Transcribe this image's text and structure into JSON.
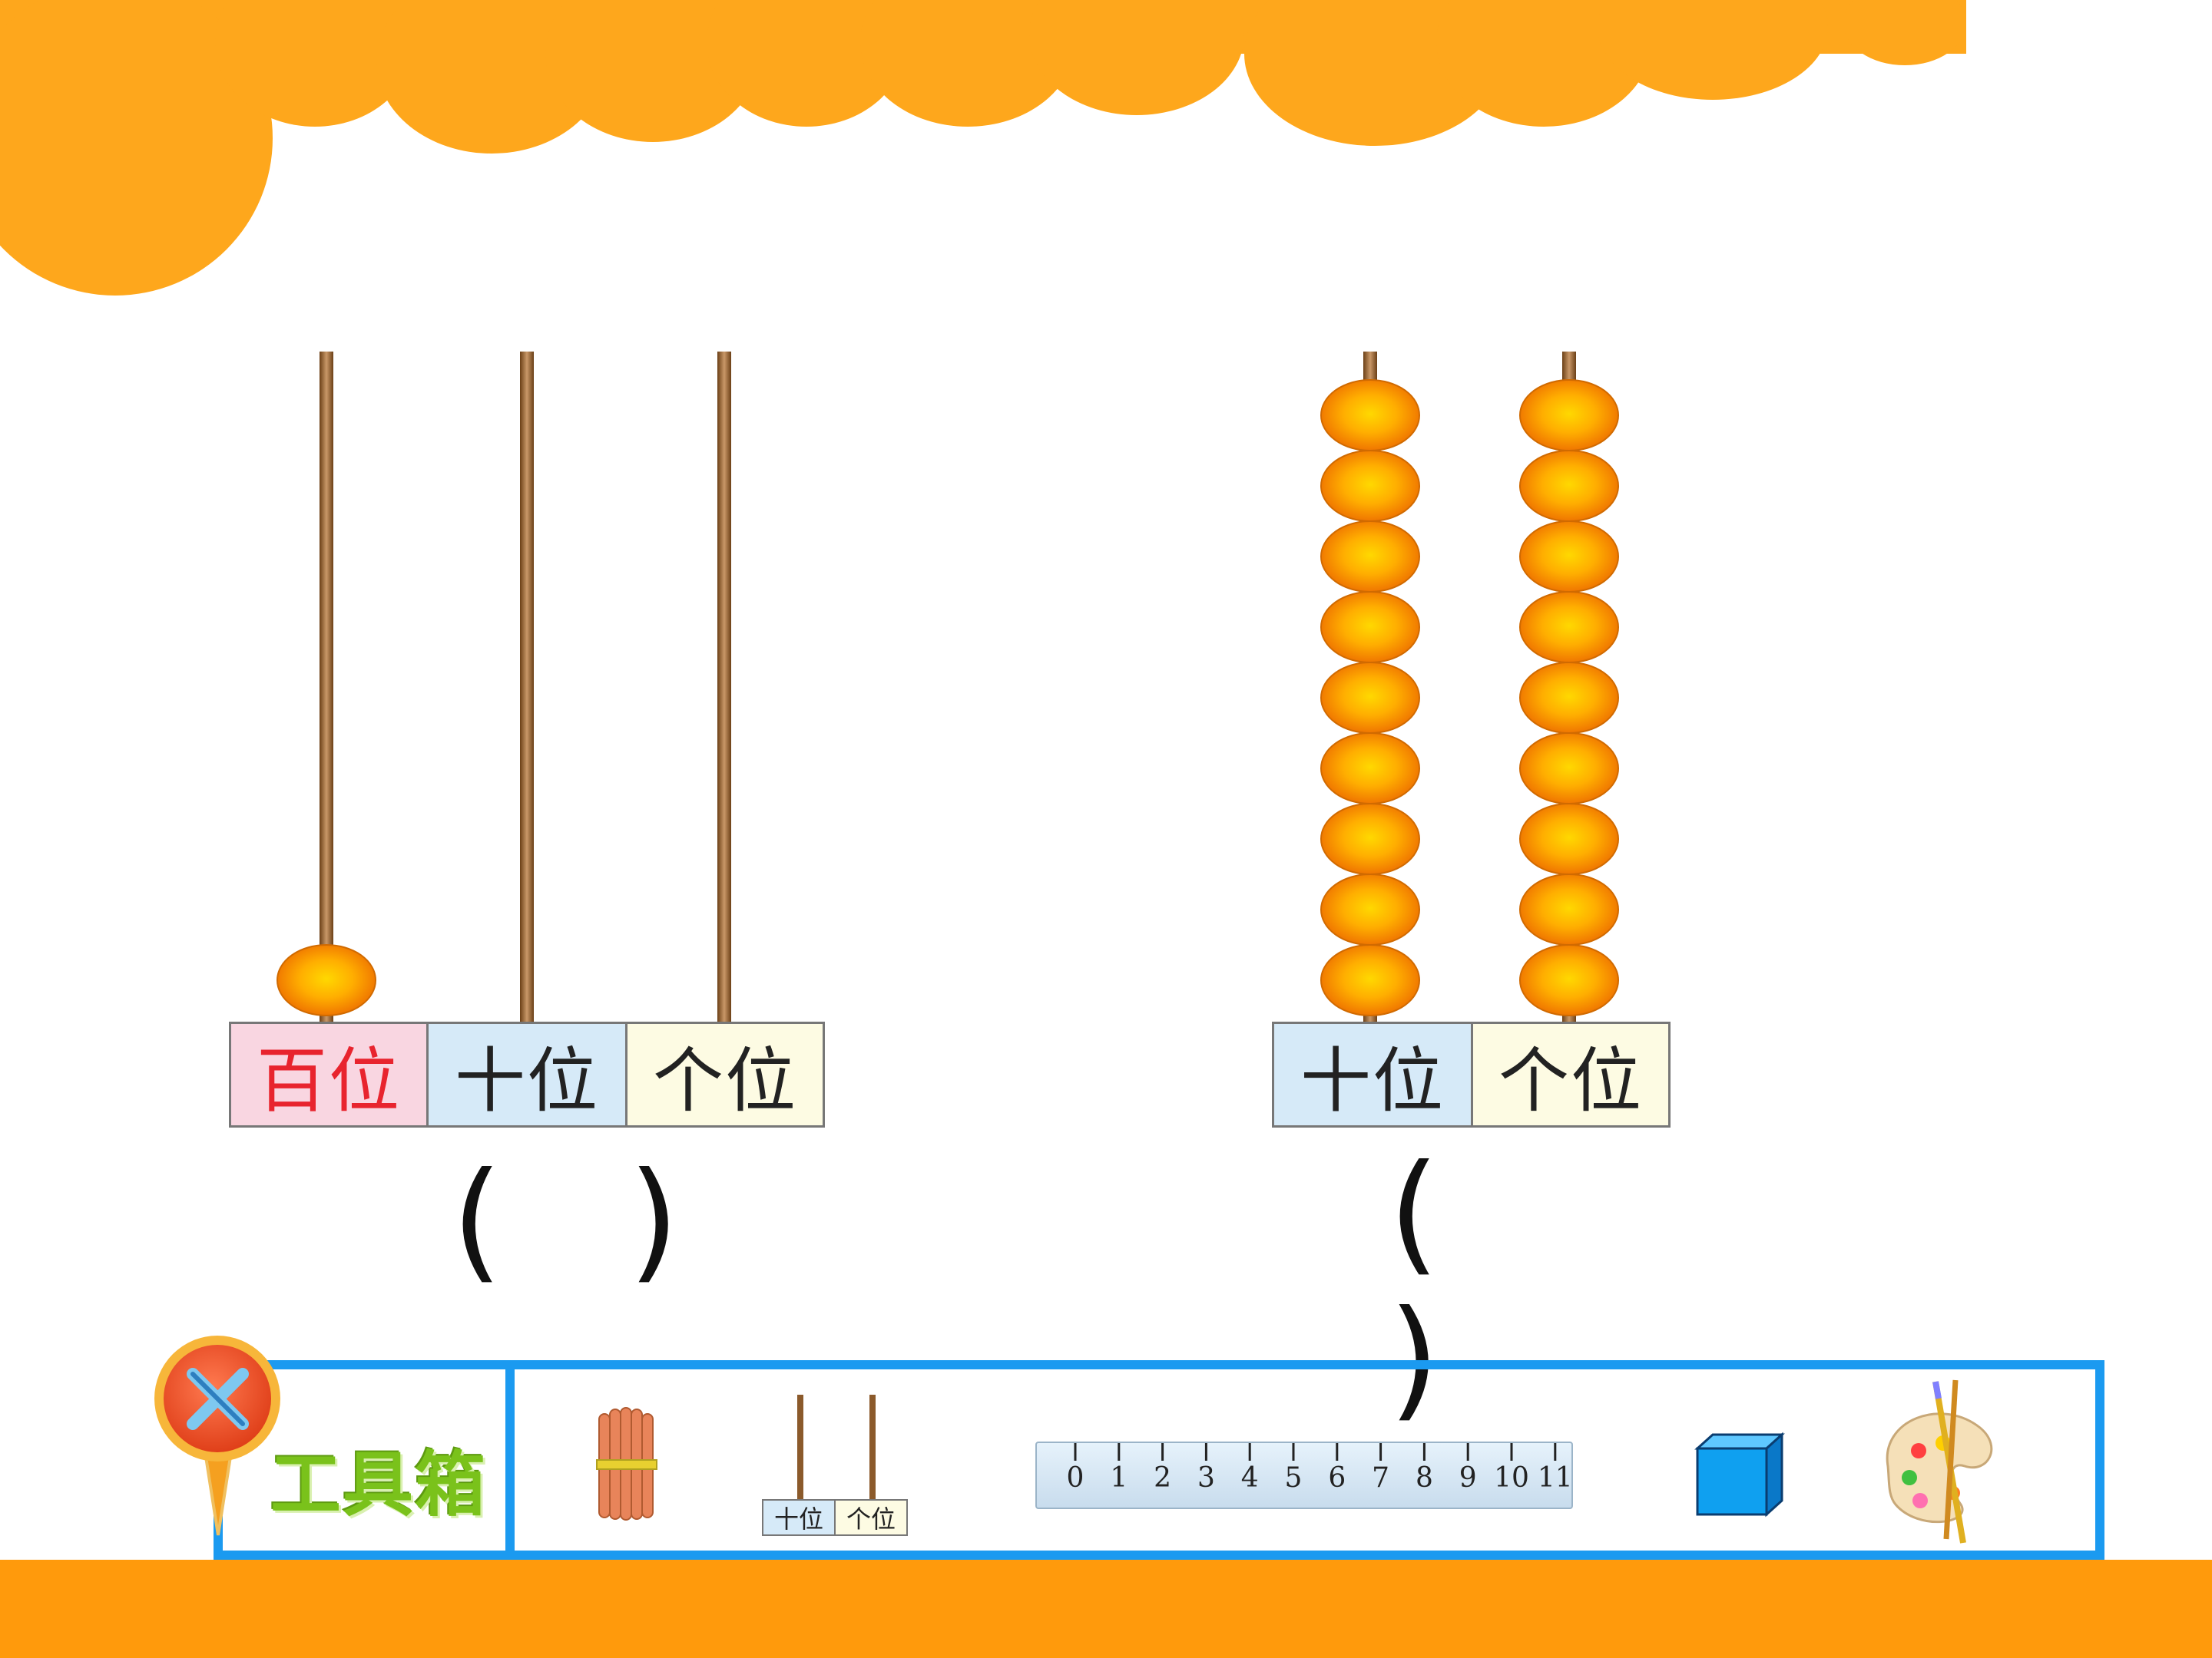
{
  "colors": {
    "cloud": "#fea71c",
    "floor": "#ff9a0c",
    "bead": "#ff8a00",
    "rod": "#8b5a2b",
    "hundreds_bg": "#f9d6e1",
    "tens_bg": "#d6eaf8",
    "ones_bg": "#fdfbe3",
    "toolbar_border": "#1b9af0",
    "toolbox_green": "#7ac21b"
  },
  "abacus_left": {
    "labels": {
      "hundreds": "百位",
      "tens": "十位",
      "ones": "个位"
    },
    "beads": {
      "hundreds": 1,
      "tens": 0,
      "ones": 0
    },
    "answer": {
      "open": "(",
      "close": ")"
    }
  },
  "abacus_right": {
    "labels": {
      "tens": "十位",
      "ones": "个位"
    },
    "beads": {
      "tens": 9,
      "ones": 9
    },
    "answer": {
      "open": "(",
      "close": ")"
    }
  },
  "toolbar": {
    "title": "工具箱",
    "mini_abacus": {
      "tens": "十位",
      "ones": "个位"
    },
    "ruler_numbers": [
      "0",
      "1",
      "2",
      "3",
      "4",
      "5",
      "6",
      "7",
      "8",
      "9",
      "10",
      "11"
    ],
    "icons": [
      "tools-icon",
      "sticks-bundle-icon",
      "mini-abacus-icon",
      "ruler-icon",
      "cube-icon",
      "palette-icon"
    ]
  }
}
